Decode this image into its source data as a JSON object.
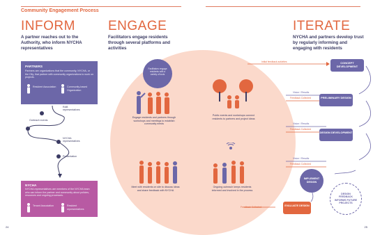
{
  "header": {
    "title": "Community Engagement Process"
  },
  "inform": {
    "heading": "INFORM",
    "lead": "A partner reaches out to the Authority, who inform NYCHA representatives",
    "partners_box": {
      "title": "PARTNERS",
      "body": "Partners are organizations that the community, NYCHA, or the City, that partner with community organizations to work on projects.",
      "roles": [
        "Resident Association",
        "Community-based Organization"
      ]
    },
    "steps": [
      "Outreach events",
      "RAB representatives",
      "NYCHA representatives",
      "Presentation"
    ],
    "nycha_box": {
      "title": "NYCHA",
      "body": "NYCHA representatives are members of the NYCHA team who can inform the partner and community about policies, resources and ongoing processes.",
      "roles": [
        "Tenant Association",
        "Resident representatives"
      ]
    }
  },
  "engage": {
    "heading": "ENGAGE",
    "lead": "Facilitators engage residents through several platforms and activities",
    "bubble": "Facilitators engage residents with a variety of tools",
    "captions": [
      "Engage residents and partners through workshops and meetings to establish community needs",
      "Public events and workshops connect residents to partners and project ideas",
      "Meet with residents on site to discuss ideas and share feedback with NYCHA",
      "Ongoing outreach keeps residents informed and involved in the process"
    ]
  },
  "iterate": {
    "heading": "ITERATE",
    "lead": "NYCHA and partners develop trust by regularly informing and engaging with residents",
    "initial_label": "Initial feedback activities",
    "stages": [
      "CONCEPT DEVELOPMENT",
      "PRELIMINARY DESIGN",
      "DESIGN DEVELOPMENT"
    ],
    "vision_label": "Vision / Results",
    "feedback_label": "Feedback Collected",
    "implement": "IMPLEMENT DESIGN",
    "evaluate": "EVALUATE DESIGN",
    "feedback_final": "Feedback Collected",
    "future": "DESIGN FEEDBACK INFORMS FUTURE PROJECTS"
  },
  "pages": {
    "left": "24",
    "right": "25"
  },
  "colors": {
    "orange": "#e2673f",
    "purple": "#6c67a8",
    "magenta": "#b85aa3",
    "peach": "#fbd9cb",
    "navy": "#3b3b63"
  }
}
